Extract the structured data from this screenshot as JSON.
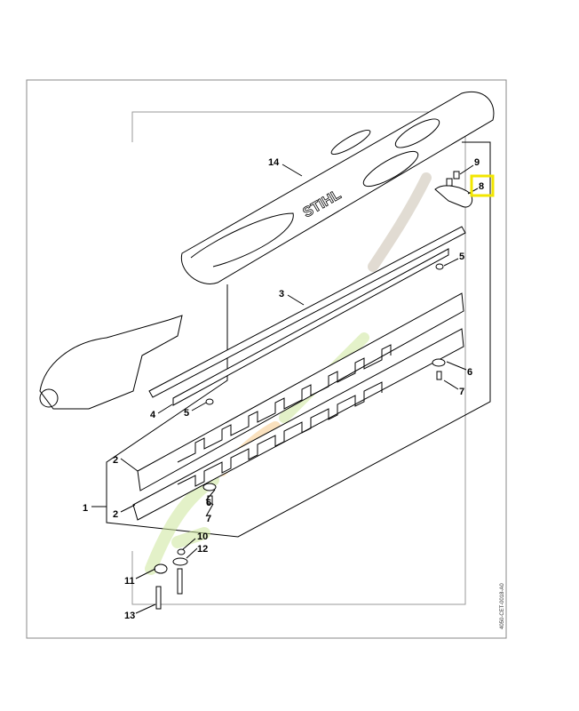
{
  "diagram": {
    "brand_logo": "STIHL",
    "drawing_code": "4050-CET-0018-A0",
    "highlight_color": "#f2e600",
    "highlighted_part": "8",
    "callouts": [
      {
        "id": "c14",
        "label": "14"
      },
      {
        "id": "c9",
        "label": "9"
      },
      {
        "id": "c8",
        "label": "8"
      },
      {
        "id": "c5a",
        "label": "5"
      },
      {
        "id": "c3",
        "label": "3"
      },
      {
        "id": "c6a",
        "label": "6"
      },
      {
        "id": "c7a",
        "label": "7"
      },
      {
        "id": "c4",
        "label": "4"
      },
      {
        "id": "c5b",
        "label": "5"
      },
      {
        "id": "c2a",
        "label": "2"
      },
      {
        "id": "c2b",
        "label": "2"
      },
      {
        "id": "c1",
        "label": "1"
      },
      {
        "id": "c6b",
        "label": "6"
      },
      {
        "id": "c7b",
        "label": "7"
      },
      {
        "id": "c10",
        "label": "10"
      },
      {
        "id": "c12",
        "label": "12"
      },
      {
        "id": "c11",
        "label": "11"
      },
      {
        "id": "c13",
        "label": "13"
      }
    ]
  }
}
